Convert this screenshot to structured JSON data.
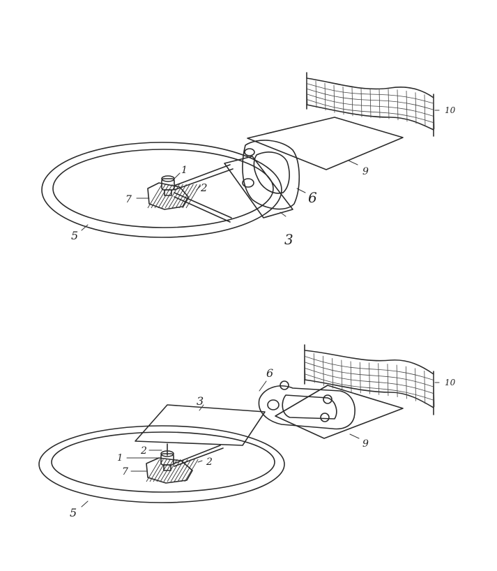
{
  "figures": [
    {
      "name": "figure-top",
      "labels": {
        "device": "1",
        "strut": "2",
        "panel": "3",
        "track": "5",
        "vehicle": "6",
        "base": "7",
        "mat": "9",
        "net": "10"
      }
    },
    {
      "name": "figure-bottom",
      "labels": {
        "device": "1",
        "strut_left": "2",
        "strut_right": "2",
        "panel": "3",
        "track": "5",
        "vehicle": "6",
        "base": "7",
        "mat": "9",
        "net": "10"
      }
    }
  ]
}
